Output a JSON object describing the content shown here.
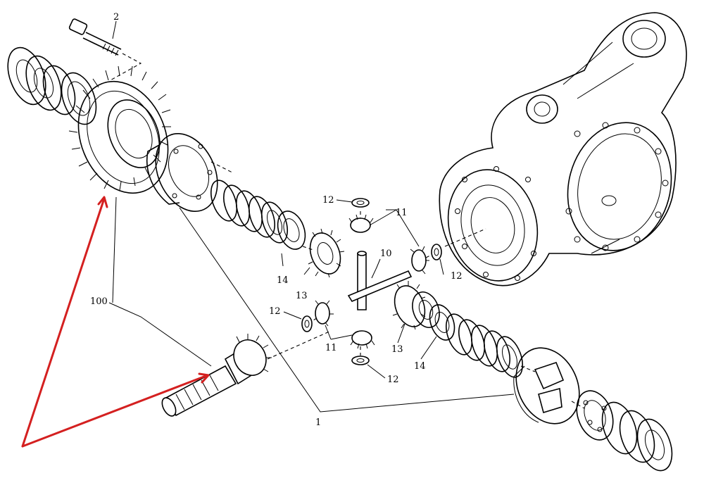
{
  "callouts": {
    "c1": "1",
    "c2": "2",
    "c10": "10",
    "c11a": "11",
    "c11b": "11",
    "c12a": "12",
    "c12b": "12",
    "c12c": "12",
    "c12d": "12",
    "c13a": "13",
    "c13b": "13",
    "c14a": "14",
    "c14b": "14",
    "c100": "100"
  },
  "colors": {
    "line": "#000000",
    "arrow": "#d42020",
    "background": "#ffffff"
  }
}
